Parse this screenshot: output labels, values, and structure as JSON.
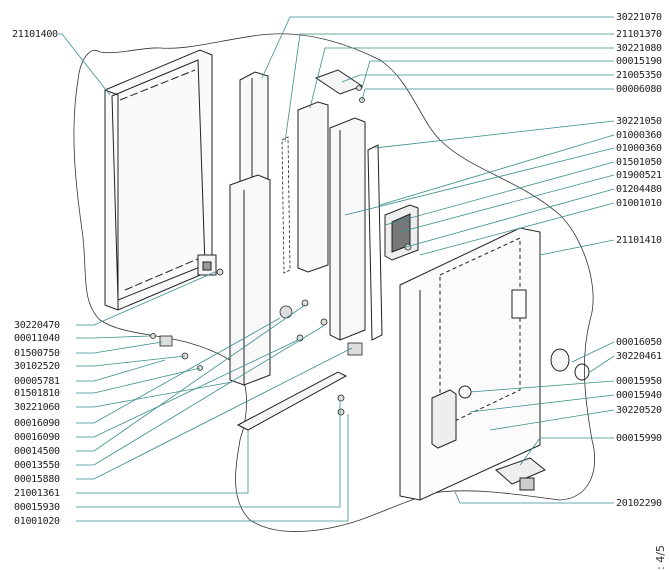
{
  "diagram": {
    "labels_left": [
      "21101400",
      "30220470",
      "00011040",
      "01500750",
      "30102520",
      "00005781",
      "01501810",
      "30221060",
      "00016090",
      "00016090",
      "00014500",
      "00013550",
      "00015880",
      "21001361",
      "00015930",
      "01001020"
    ],
    "labels_right": [
      "30221070",
      "21101370",
      "30221080",
      "00015190",
      "21005350",
      "00006080",
      "30221050",
      "01000360",
      "01000360",
      "01501050",
      "01900521",
      "01204480",
      "01001010",
      "21101410",
      "00016050",
      "30220461",
      "00015950",
      "00015940",
      "30220520",
      "00015990",
      "20102290"
    ],
    "page_number": ": 4/5",
    "colors": {
      "leader": "#3a8f8a",
      "outline": "#222222",
      "boundary": "#333333"
    }
  }
}
